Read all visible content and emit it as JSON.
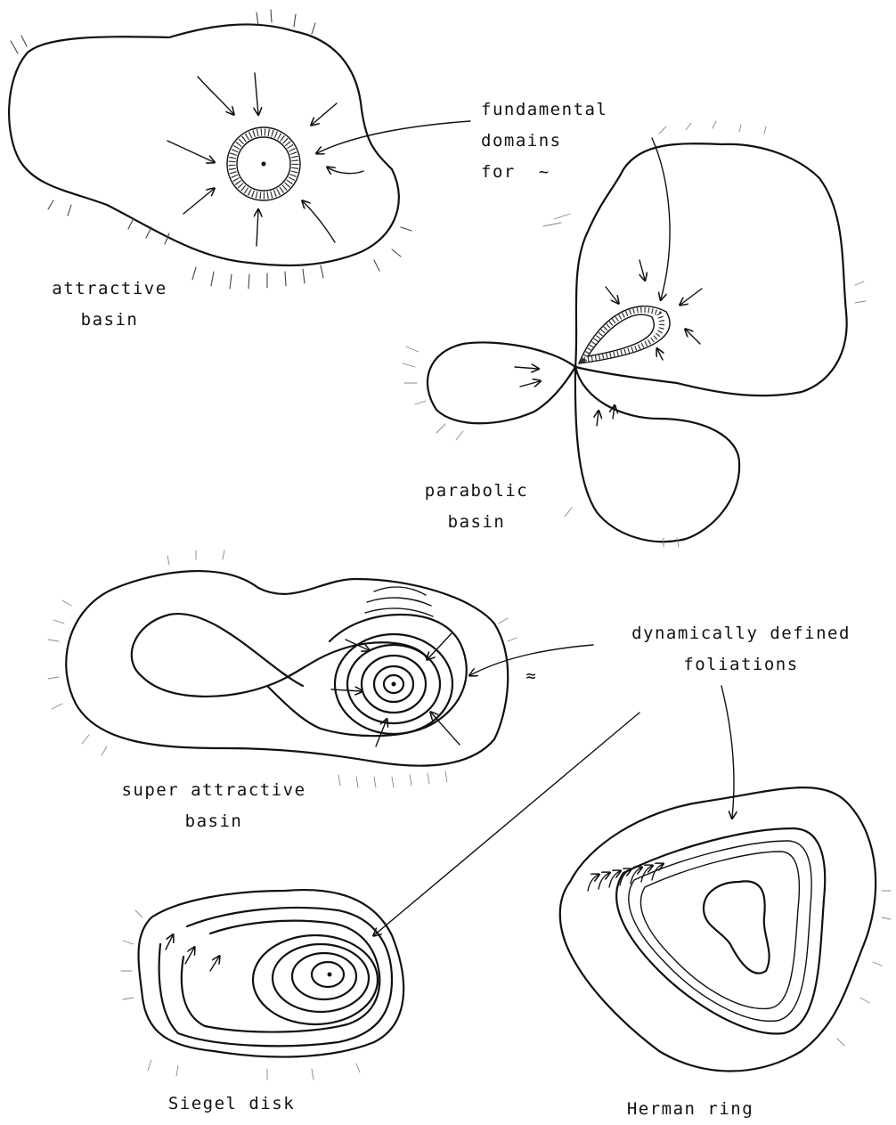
{
  "labels": {
    "attractive_basin": "attractive\nbasin",
    "fundamental_domains": "fundamental\ndomains\nfor  ~",
    "parabolic_basin": "parabolic\nbasin",
    "dynamically_defined_foliations": "dynamically defined\nfoliations",
    "approx_symbol": "≈",
    "super_attractive_basin": "super attractive\nbasin",
    "siegel_disk": "Siegel disk",
    "herman_ring": "Herman ring"
  }
}
